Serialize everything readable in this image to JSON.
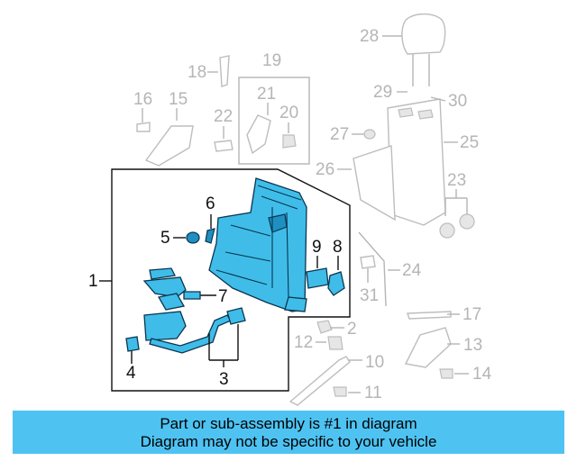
{
  "diagram": {
    "highlighted_part": "1",
    "callouts_grey": [
      "28",
      "18",
      "19",
      "16",
      "15",
      "21",
      "22",
      "20",
      "29",
      "30",
      "27",
      "25",
      "26",
      "23",
      "24",
      "31",
      "2",
      "17",
      "12",
      "13",
      "10",
      "14",
      "11"
    ],
    "callouts_dark": [
      "1",
      "5",
      "6",
      "7",
      "9",
      "8",
      "4",
      "3"
    ],
    "colors": {
      "highlight": "#3fbde8",
      "outline_dark": "#0b3550",
      "faded": "#b5b5b5",
      "banner": "#4ec3f2"
    }
  },
  "banner": {
    "line1": "Part or sub-assembly is #1 in diagram",
    "line2": "Diagram may not be specific to your vehicle"
  }
}
